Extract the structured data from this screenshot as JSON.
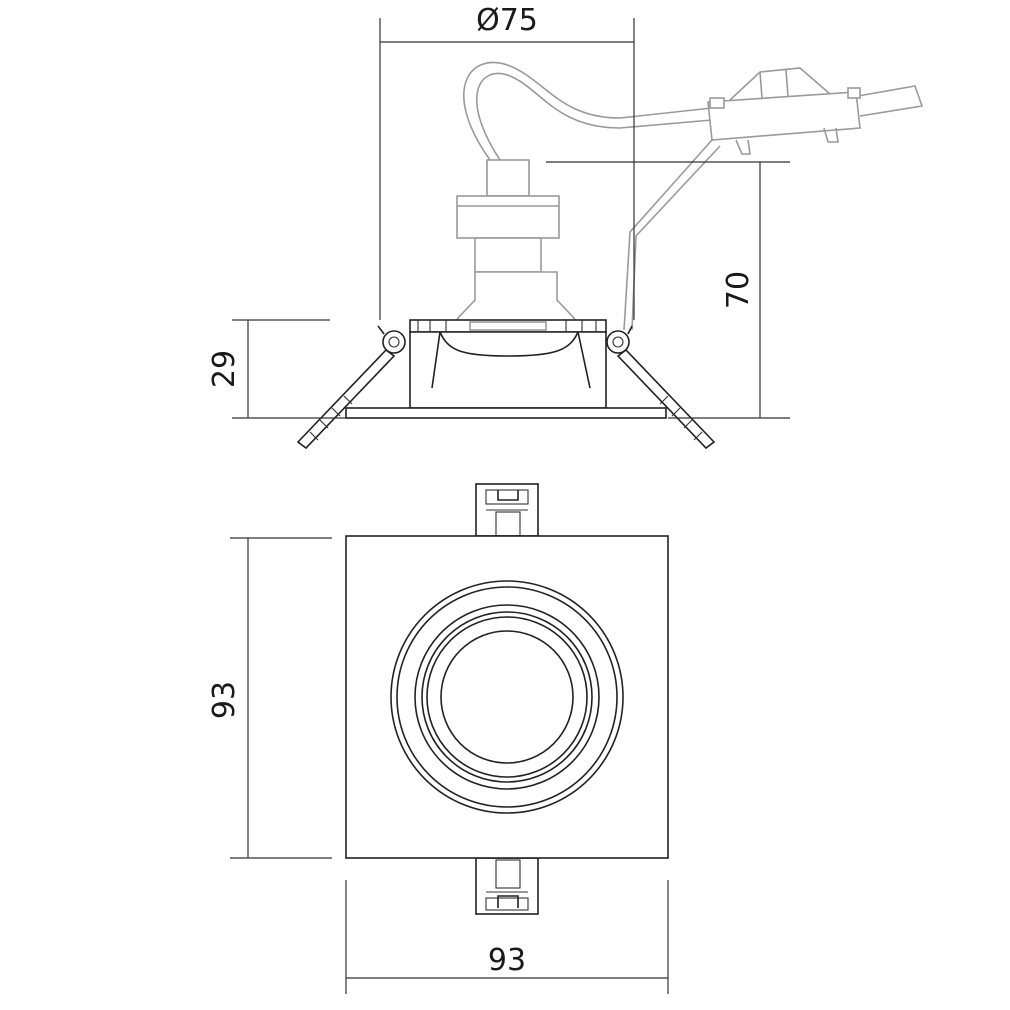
{
  "dimensions": {
    "top_diameter": "Ø75",
    "height_total": "70",
    "height_body": "29",
    "plan_height": "93",
    "plan_width": "93"
  },
  "colors": {
    "line": "#222222",
    "bulb_outline": "#9a9a9a",
    "background": "#ffffff"
  }
}
